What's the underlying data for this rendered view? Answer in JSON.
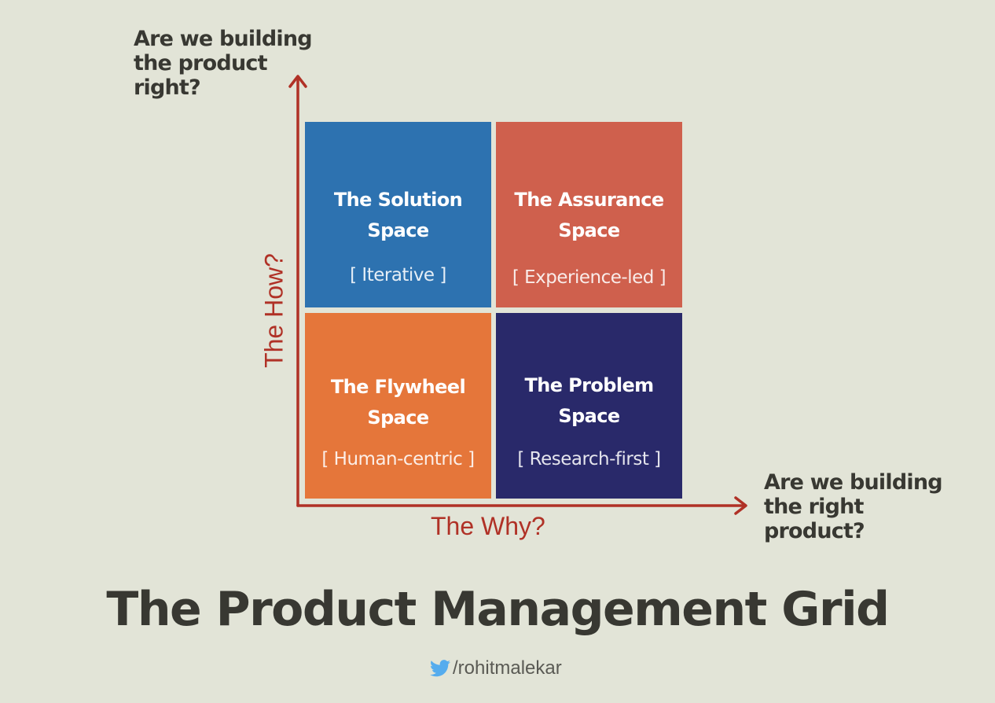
{
  "y_question": "Are we building\nthe product\nright?",
  "x_question": "Are we building\nthe right\nproduct?",
  "y_axis_label": "The How?",
  "x_axis_label": "The Why?",
  "axis_color": "#b03126",
  "cells": [
    {
      "title": "The Solution\nSpace",
      "tag": "[ Iterative ]",
      "color": "#2d72b0",
      "position": "top-left"
    },
    {
      "title": "The Assurance\nSpace",
      "tag": "[ Experience-led ]",
      "color": "#cf604d",
      "position": "top-right"
    },
    {
      "title": "The Flywheel\nSpace",
      "tag": "[ Human-centric ]",
      "color": "#e5763a",
      "position": "bottom-left"
    },
    {
      "title": "The Problem\nSpace",
      "tag": "[ Research-first ]",
      "color": "#29296a",
      "position": "bottom-right"
    }
  ],
  "title": "The Product Management Grid",
  "credit": {
    "icon": "twitter-bird-icon",
    "handle": "/rohitmalekar",
    "icon_color": "#55acee"
  }
}
